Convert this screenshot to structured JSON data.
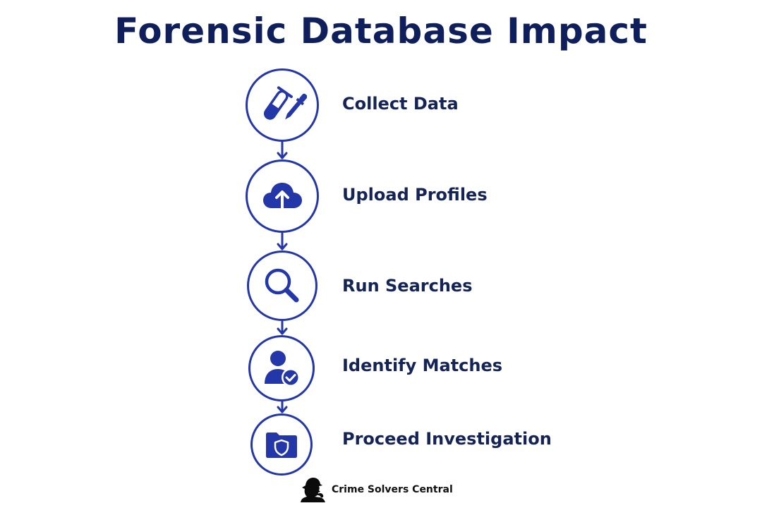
{
  "title": "Forensic Database Impact",
  "steps": [
    {
      "label": "Collect Data",
      "icon": "test-tube-and-dropper-icon"
    },
    {
      "label": "Upload Profiles",
      "icon": "cloud-upload-icon"
    },
    {
      "label": "Run Searches",
      "icon": "magnifying-glass-icon"
    },
    {
      "label": "Identify Matches",
      "icon": "user-check-icon"
    },
    {
      "label": "Proceed Investigation",
      "icon": "folder-shield-icon"
    }
  ],
  "brand": {
    "name": "Crime Solvers Central",
    "logo_icon": "detective-silhouette-icon"
  },
  "colors": {
    "accent": "#2437a8",
    "title": "#0f1f5c",
    "label": "#152457"
  }
}
